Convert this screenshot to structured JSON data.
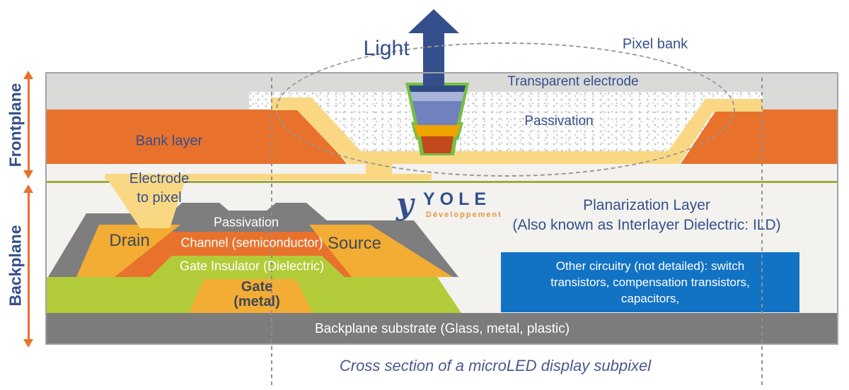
{
  "colors": {
    "navy": "#34508C",
    "charcoal": "#3E4A54",
    "orange": "#E8712C",
    "amber": "#F3AC34",
    "pale_yellow": "#FAD883",
    "green": "#B2CB38",
    "led_green": "#74BF44",
    "led_navy": "#2E4A80",
    "led_lavender": "#A9B4DB",
    "led_slate": "#7081BE",
    "led_amber": "#F0A400",
    "led_red": "#C2491C",
    "gray_band": "#DADAD8",
    "tft_gray": "#7E7E7E",
    "substrate": "#7C7C7C",
    "blue": "#1273C4",
    "olive": "#9FA93B",
    "bg": "#F3F2EF",
    "line_gray": "#8F8F8F"
  },
  "side": {
    "frontplane": "Frontplane",
    "backplane": "Backplane"
  },
  "frontplane": {
    "light": "Light",
    "pixel_bank": "Pixel bank",
    "transparent_electrode": "Transparent electrode",
    "passivation": "Passivation",
    "bank_layer": "Bank layer",
    "electrode_line1": "Electrode",
    "electrode_line2": "to pixel"
  },
  "backplane": {
    "planarization_line1": "Planarization Layer",
    "planarization_line2": "(Also known as Interlayer Dielectric: ILD)",
    "drain": "Drain",
    "source": "Source",
    "passivation": "Passivation",
    "channel": "Channel (semiconductor)",
    "gate_insulator": "Gate Insulator (Dielectric)",
    "gate_line1": "Gate",
    "gate_line2": "(metal)",
    "circuitry_line1": "Other circuitry (not detailed): switch",
    "circuitry_line2": "transistors, compensation transistors,",
    "circuitry_line3": "capacitors,",
    "substrate": "Backplane substrate (Glass, metal, plastic)"
  },
  "logo": {
    "mark": "y",
    "name": "YOLE",
    "subtitle": "Développement"
  },
  "caption": "Cross section of a microLED display subpixel"
}
